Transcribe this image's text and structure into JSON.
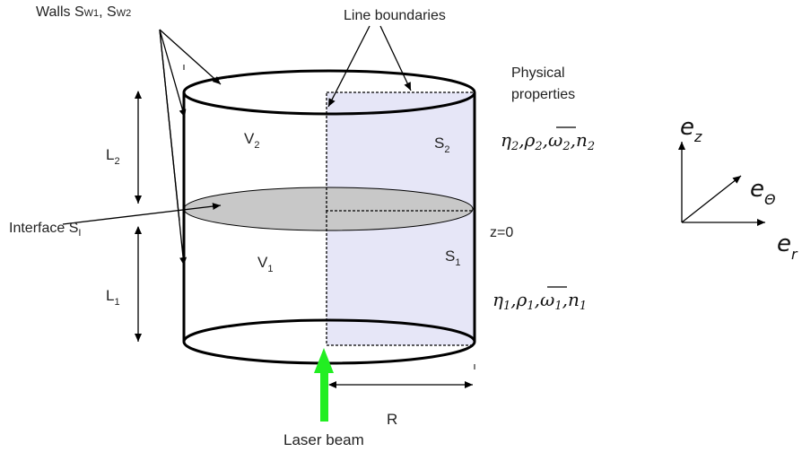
{
  "labels": {
    "walls_prefix": "Walls S",
    "walls_sub1": "W1",
    "walls_mid": ", S",
    "walls_sub2": "W2",
    "line_boundaries": "Line boundaries",
    "physical_line1": "Physical",
    "physical_line2": "properties",
    "interface": "Interface S",
    "interface_sub": "I",
    "z0": "z=0",
    "laser_beam": "Laser beam",
    "R": "R",
    "L2": "L",
    "L2_sub": "2",
    "L1": "L",
    "L1_sub": "1",
    "V2": "V",
    "V2_sub": "2",
    "V1": "V",
    "V1_sub": "1",
    "S2": "S",
    "S2_sub": "2",
    "S1": "S",
    "S1_sub": "1"
  },
  "properties": {
    "upper": {
      "eta": "η",
      "rho": "ρ",
      "omega": "ω",
      "n": "n",
      "sep": ",",
      "sub": "2"
    },
    "lower": {
      "eta": "η",
      "rho": "ρ",
      "omega": "ω",
      "n": "n",
      "sep": ",",
      "sub": "1"
    }
  },
  "axes": {
    "e": "e",
    "z_sub": "z",
    "theta_sub": "Θ",
    "r_sub": "r"
  },
  "colors": {
    "shaded_region": "#e6e6f7",
    "interface_fill": "#c8c8c8",
    "laser_beam": "#22ee22",
    "stroke": "#000000"
  }
}
